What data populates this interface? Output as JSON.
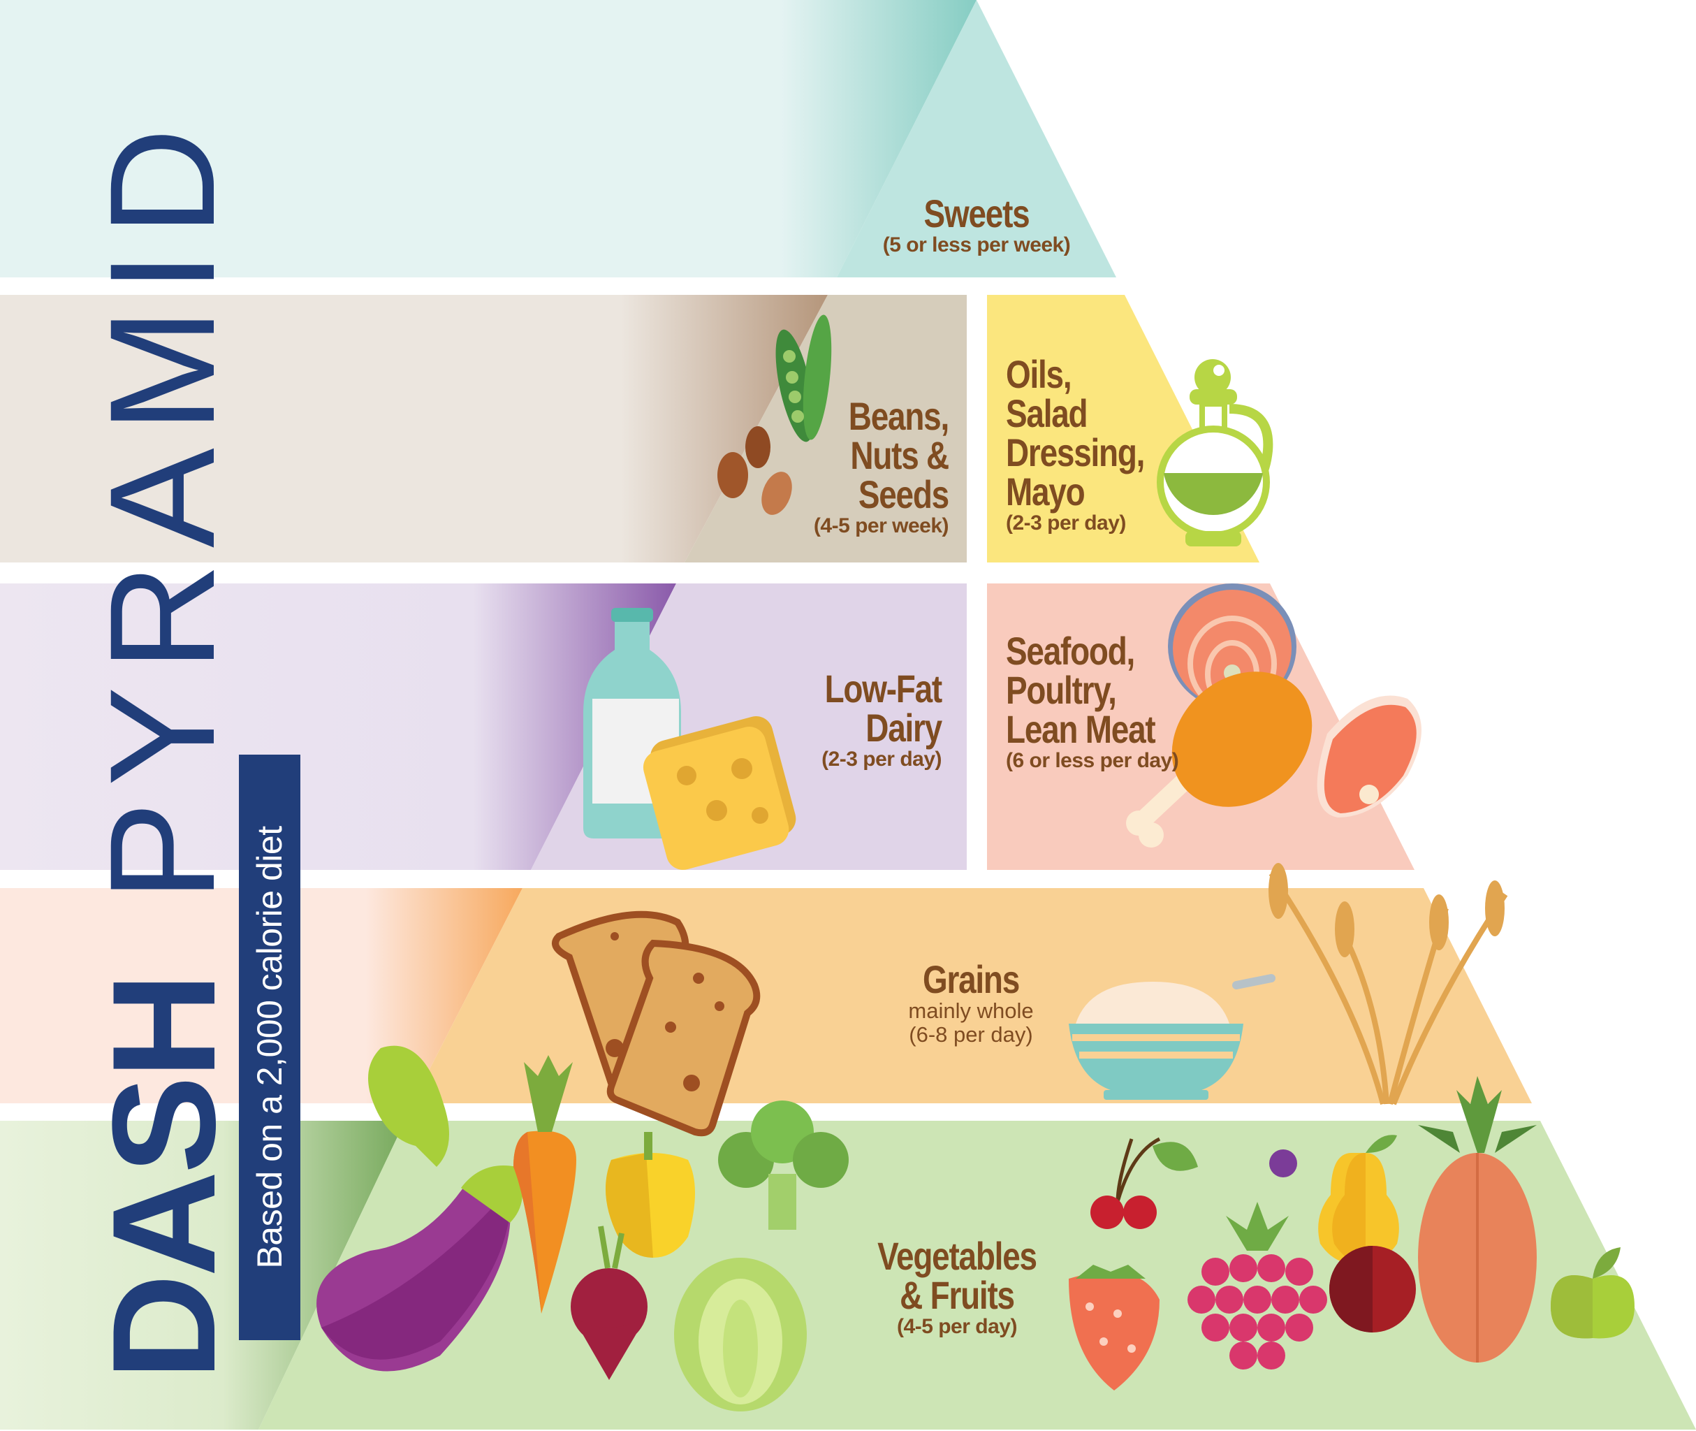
{
  "title": {
    "dash": "DASH",
    "pyramid": "PYRAMID",
    "subtitle": "Based on a 2,000 calorie diet"
  },
  "colors": {
    "title_navy": "#213e7a",
    "label_brown": "#7f4c21",
    "sweets_teal": "#bee5e0",
    "beans_tan": "#d6cdbb",
    "oils_yellow": "#fbe67e",
    "dairy_lavender": "#e0d4e8",
    "protein_pink": "#f9cbbd",
    "grains_orange": "#f9d194",
    "veg_green": "#cde5b5"
  },
  "tiers": [
    {
      "id": "sweets",
      "name": "Sweets",
      "serving": "(5 or less per week)",
      "icons": []
    },
    {
      "id": "beans",
      "name_lines": [
        "Beans,",
        "Nuts &",
        "Seeds"
      ],
      "serving": "(4-5 per week)",
      "icons": [
        "peapod-icon",
        "nuts-icon"
      ]
    },
    {
      "id": "oils",
      "name_lines": [
        "Oils,",
        "Salad",
        "Dressing,",
        "Mayo"
      ],
      "serving": "(2-3 per day)",
      "icons": [
        "oil-cruet-icon"
      ]
    },
    {
      "id": "dairy",
      "name_lines": [
        "Low-Fat",
        "Dairy"
      ],
      "serving": "(2-3 per day)",
      "icons": [
        "milk-bottle-icon",
        "cheese-icon"
      ]
    },
    {
      "id": "protein",
      "name_lines": [
        "Seafood,",
        "Poultry,",
        "Lean Meat"
      ],
      "serving": "(6 or less per day)",
      "icons": [
        "salmon-steak-icon",
        "chicken-leg-icon",
        "beef-steak-icon"
      ]
    },
    {
      "id": "grains",
      "name": "Grains",
      "note": "mainly whole",
      "serving": "(6-8 per day)",
      "icons": [
        "bread-slices-icon",
        "porridge-bowl-icon",
        "wheat-icon"
      ]
    },
    {
      "id": "veg",
      "name_lines": [
        "Vegetables",
        "& Fruits"
      ],
      "serving": "(4-5 per day)",
      "icons": [
        "lettuce-leaf-icon",
        "carrot-icon",
        "bell-pepper-icon",
        "broccoli-icon",
        "eggplant-icon",
        "beet-icon",
        "cabbage-icon",
        "cherries-icon",
        "plum-icon",
        "pear-icon",
        "pineapple-icon",
        "strawberry-icon",
        "raspberry-icon",
        "pomegranate-icon",
        "apple-icon"
      ]
    }
  ]
}
